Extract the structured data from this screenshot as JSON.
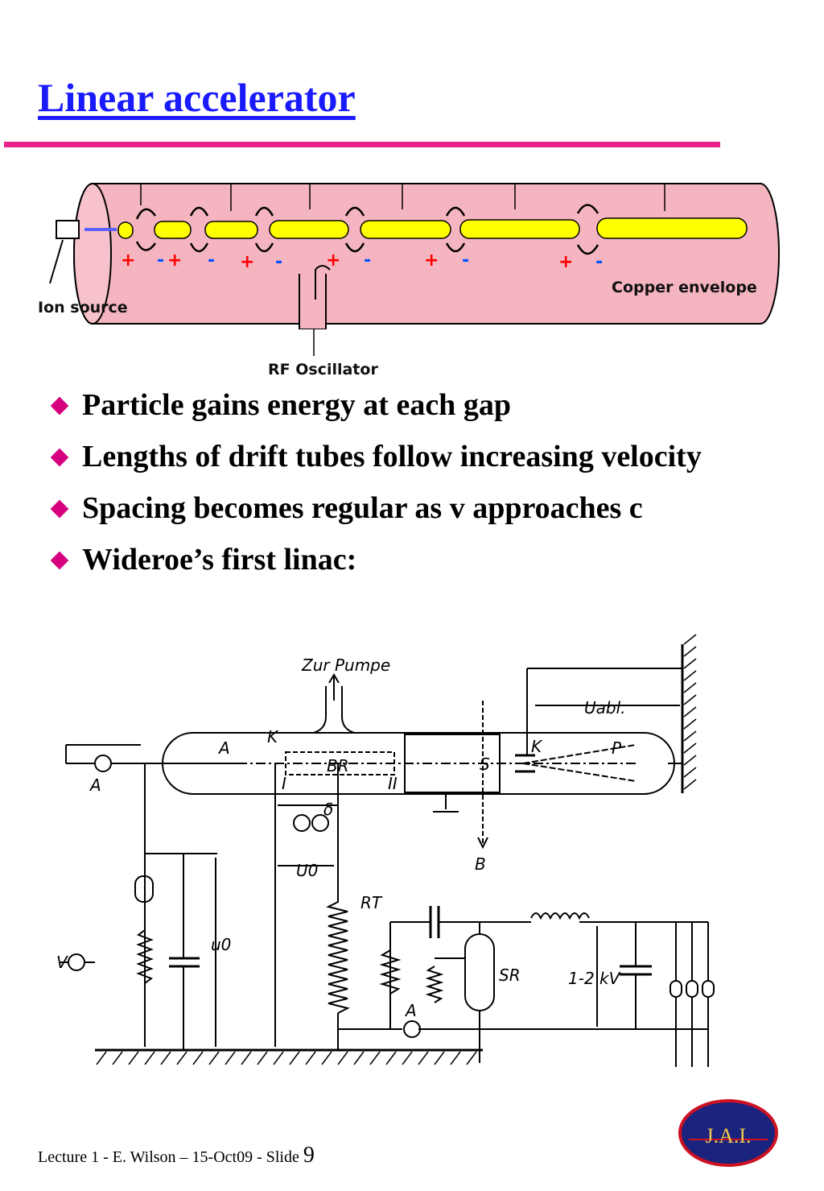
{
  "slide": {
    "title": "Linear accelerator",
    "bullets": [
      "Particle gains energy at each gap",
      "Lengths of drift tubes follow increasing velocity",
      "Spacing becomes regular as v approaches c",
      "Wideroe’s  first linac:"
    ],
    "footer_text": "Lecture 1 - E. Wilson – 15-Oct09 - Slide",
    "slide_number": "9",
    "logo_text": "J.A.I."
  },
  "linac_diagram": {
    "ion_source_label": "Ion source",
    "rf_oscillator_label": "RF Oscillator",
    "copper_envelope_label": "Copper envelope",
    "plus_sign": "+",
    "minus_sign": "-"
  },
  "wideroe_diagram": {
    "labels": {
      "zur_pumpe": "Zur Pumpe",
      "u_abl": "Uabl.",
      "k_top": "K",
      "a_left": "A",
      "br": "BR",
      "roman_one": "I",
      "roman_two": "II",
      "s": "S",
      "k_right": "K",
      "p": "P",
      "a_meter": "A",
      "delta": "δ",
      "u0_gap": "U0",
      "b": "B",
      "rt": "RT",
      "u0_side": "u0",
      "v": "V",
      "sr": "SR",
      "voltage": "1-2 kV",
      "a_bottom": "A"
    }
  },
  "colors": {
    "title": "#1a1aff",
    "rule": "#e8228a",
    "bullet": "#d6007e",
    "envelope": "#f5b5c0",
    "drift_tube": "#ffff00",
    "plus": "#ff0000",
    "minus": "#0050ff",
    "logo_bg": "#1a237e",
    "logo_ring": "#cc1122"
  }
}
